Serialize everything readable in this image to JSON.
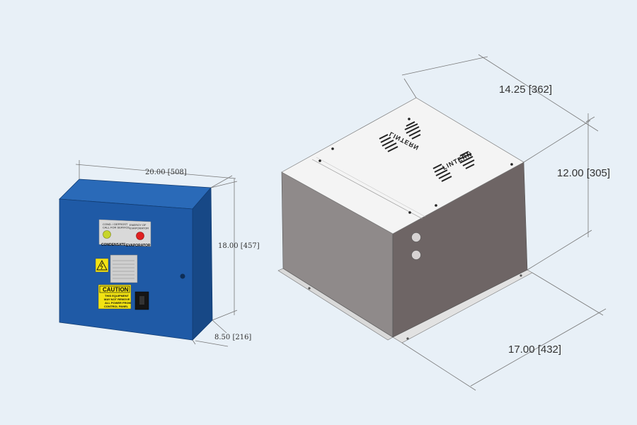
{
  "control_panel": {
    "dimensions": {
      "width": "20.00 [508]",
      "height": "18.00 [457]",
      "depth": "8.50 [216]"
    },
    "labels": {
      "left_switch_label": "COND. / DEFROST\nCALL FOR SERVICE",
      "right_switch_label": "ENERGY OF\nEVAPORATOR",
      "condensate": "CONDENSATE",
      "evaporator": "EVAPORATOR"
    },
    "caution": {
      "title": "CAUTION",
      "body_line1": "THIS EQUIPMENT",
      "body_line2": "MAY NOT REMOVE",
      "body_line3": "ALL POWER FROM",
      "body_line4": "CONTROL PANEL"
    },
    "colors": {
      "enclosure_front": "#1f5aa6",
      "enclosure_side": "#174886",
      "enclosure_top": "#2a6ab8",
      "caution_yellow": "#f2e313",
      "green_button": "#c7d52a",
      "red_button": "#e02020"
    }
  },
  "condensing_unit": {
    "dimensions": {
      "width": "14.25 [362]",
      "height": "12.00 [305]",
      "depth": "17.00 [432]"
    },
    "logo_text": "LINTERN",
    "colors": {
      "top": "#f4f4f4",
      "front": "#8f8a8a",
      "side": "#6e6565"
    }
  }
}
